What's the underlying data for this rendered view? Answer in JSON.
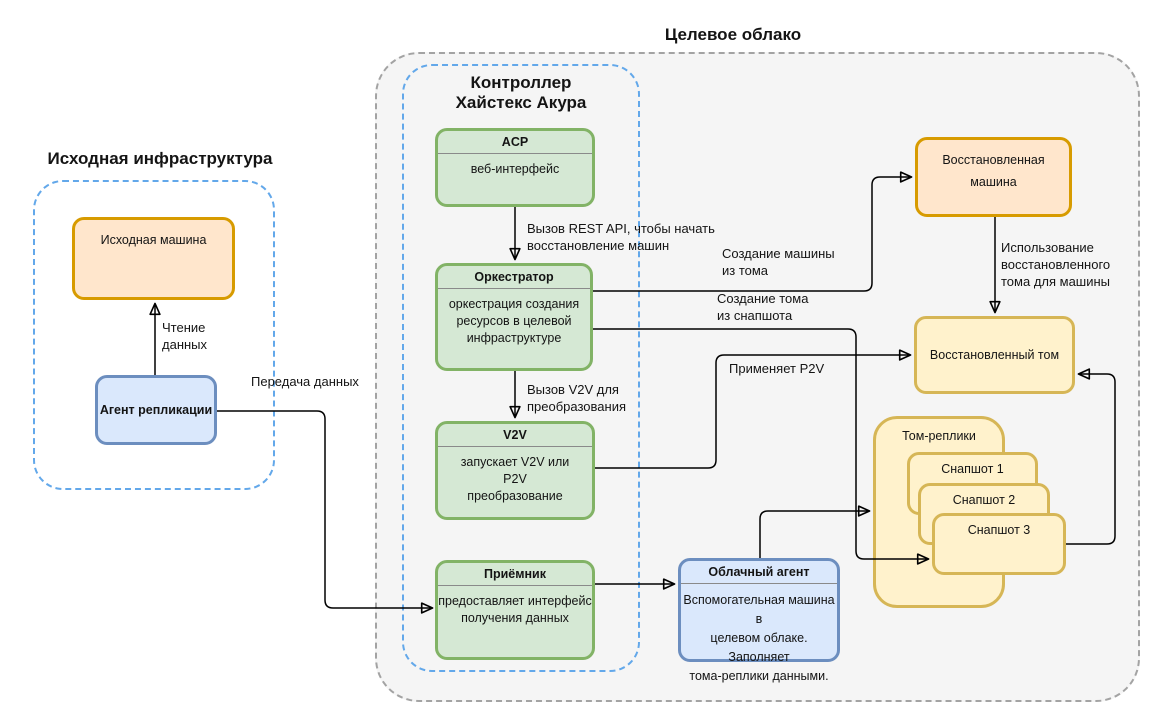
{
  "palette": {
    "green_fill": "#d5e8d4",
    "green_stroke": "#82b366",
    "orange_fill": "#ffe6cc",
    "orange_stroke": "#d79b00",
    "yellow_fill": "#fff2cc",
    "yellow_stroke": "#d6b656",
    "blue_fill": "#dae8fc",
    "blue_stroke": "#6c8ebf",
    "container_blue_dash": "#63a8ea",
    "container_gray_dash": "#a3a3a3",
    "cloud_fill": "#f5f5f5",
    "edge_color": "#000000"
  },
  "containers": {
    "source_infra": {
      "title": "Исходная инфраструктура"
    },
    "target_cloud": {
      "title": "Целевое облако"
    },
    "controller": {
      "title": [
        "Контроллер",
        "Хайстекс Акура"
      ]
    }
  },
  "nodes": {
    "source_machine": {
      "label": "Исходная машина"
    },
    "replication_agent": {
      "label": "Агент репликации"
    },
    "acp": {
      "title": "ACP",
      "body": [
        "веб-интерфейс"
      ]
    },
    "orchestrator": {
      "title": "Оркестратор",
      "body": [
        "оркестрация создания",
        "ресурсов в целевой",
        "инфраструктуре"
      ]
    },
    "v2v": {
      "title": "V2V",
      "body": [
        "запускает V2V или",
        "P2V",
        "преобразование"
      ]
    },
    "receiver": {
      "title": "Приёмник",
      "body": [
        "предоставляет интерфейс",
        "получения данных"
      ]
    },
    "cloud_agent": {
      "title": "Облачный агент",
      "body": [
        "Вспомогательная машина в",
        "целевом облаке. Заполняет",
        "тома-реплики данными."
      ]
    },
    "restored_machine": {
      "label": [
        "Восстановленная",
        "машина"
      ]
    },
    "restored_volume": {
      "label": "Восстановленный том"
    },
    "volume_replicas": {
      "label": "Том-реплики"
    },
    "snapshot_1": {
      "label": "Снапшот 1"
    },
    "snapshot_2": {
      "label": "Снапшот 2"
    },
    "snapshot_3": {
      "label": "Снапшот 3"
    }
  },
  "edges": {
    "read_data": {
      "label": [
        "Чтение",
        "данных"
      ]
    },
    "transfer_data": {
      "label": "Передача данных"
    },
    "rest_api_call": {
      "label": [
        "Вызов REST API, чтобы начать",
        "восстановление машин"
      ]
    },
    "v2v_call": {
      "label": [
        "Вызов V2V для",
        "преобразования"
      ]
    },
    "create_machine_from_volume": {
      "label": [
        "Создание машины",
        "из тома"
      ]
    },
    "create_volume_from_snapshot": {
      "label": [
        "Создание тома",
        "из снапшота"
      ]
    },
    "apply_p2v": {
      "label": "Применяет P2V"
    },
    "use_restored_volume": {
      "label": [
        "Использование",
        "восстановленного",
        "тома для машины"
      ]
    }
  }
}
